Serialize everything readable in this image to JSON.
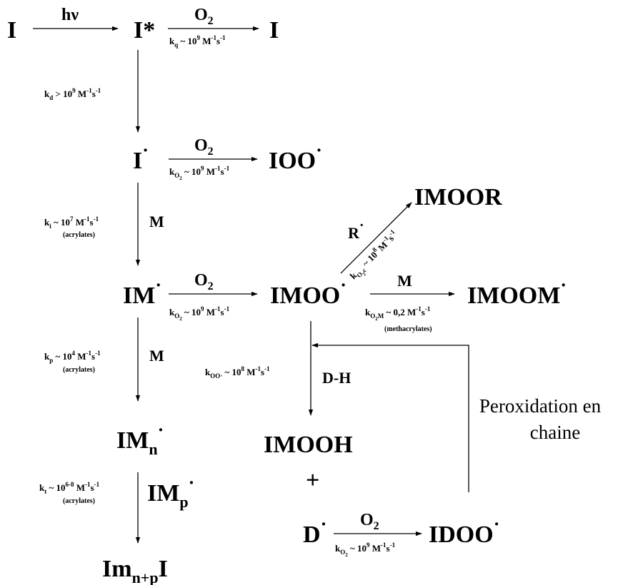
{
  "species": {
    "I_start": "I",
    "I_star": "I*",
    "I_end": "I",
    "I_rad": "I",
    "IOO": "IOO",
    "IM": "IM",
    "IMOO": "IMOO",
    "IMOOR": "IMOOR",
    "IMOOM": "IMOOM",
    "IMn": "IM",
    "IMn_sub": "n",
    "IMp": "IM",
    "IMp_sub": "p",
    "IMOOH": "IMOOH",
    "plus": "+",
    "D": "D",
    "IDOO": "IDOO",
    "Im": "Im",
    "Im_sub": "n+p",
    "Im_tail": "I",
    "dot": "·",
    "star": "*"
  },
  "reagents": {
    "hv": "hν",
    "O2": "O",
    "O2_sub": "2",
    "M": "M",
    "R": "R",
    "DH": "D-H"
  },
  "rates": {
    "kq": {
      "k": "k",
      "sub": "q",
      "approx": " ~ 10",
      "exp": "9",
      "unit1": " M",
      "unit_exp1": "-1",
      "unit2": "s",
      "unit_exp2": "-1"
    },
    "kd": {
      "k": "k",
      "sub": "d",
      "approx": " > 10",
      "exp": "9",
      "unit1": " M",
      "unit_exp1": "-1",
      "unit2": "s",
      "unit_exp2": "-1"
    },
    "kO2": {
      "k": "k",
      "sub": "O",
      "subsub": "2",
      "approx": " ~ 10",
      "exp": "9",
      "unit1": " M",
      "unit_exp1": "-1",
      "unit2": "s",
      "unit_exp2": "-1"
    },
    "ki": {
      "k": "k",
      "sub": "i",
      "approx": " ~ 10",
      "exp": "7",
      "unit1": " M",
      "unit_exp1": "-1",
      "unit2": "s",
      "unit_exp2": "-1",
      "note": "(acrylates)"
    },
    "kp": {
      "k": "k",
      "sub": "p",
      "approx": " ~ 10",
      "exp": "4",
      "unit1": " M",
      "unit_exp1": "-1",
      "unit2": "s",
      "unit_exp2": "-1",
      "note": "(acrylates)"
    },
    "kt": {
      "k": "k",
      "sub": "t",
      "approx": " ~ 10",
      "exp": "6-8",
      "unit1": " M",
      "unit_exp1": "-1",
      "unit2": "s",
      "unit_exp2": "-1",
      "note": "(acrylates)"
    },
    "kOO": {
      "k": "k",
      "sub": "OO·",
      "approx": " ~ 10",
      "exp": "8",
      "unit1": " M",
      "unit_exp1": "-1",
      "unit2": "s",
      "unit_exp2": "-1"
    },
    "kO2M": {
      "k": "k",
      "sub": "O",
      "subsub": "2",
      "sub2": "M",
      "approx": " ~ 0,2 M",
      "unit_exp1": "-1",
      "unit2": "s",
      "unit_exp2": "-1",
      "note": "(methacrylates)"
    },
    "kO2c": {
      "k": "k",
      "sub": "O",
      "subsub": "2",
      "sub2": "c",
      "approx": " ~ 10",
      "exp": "8",
      "unit1": " M",
      "unit_exp1": "-1",
      "unit2": "s",
      "unit_exp2": "-1"
    }
  },
  "annotation": {
    "line1": "Peroxidation en",
    "line2": "chaine"
  }
}
